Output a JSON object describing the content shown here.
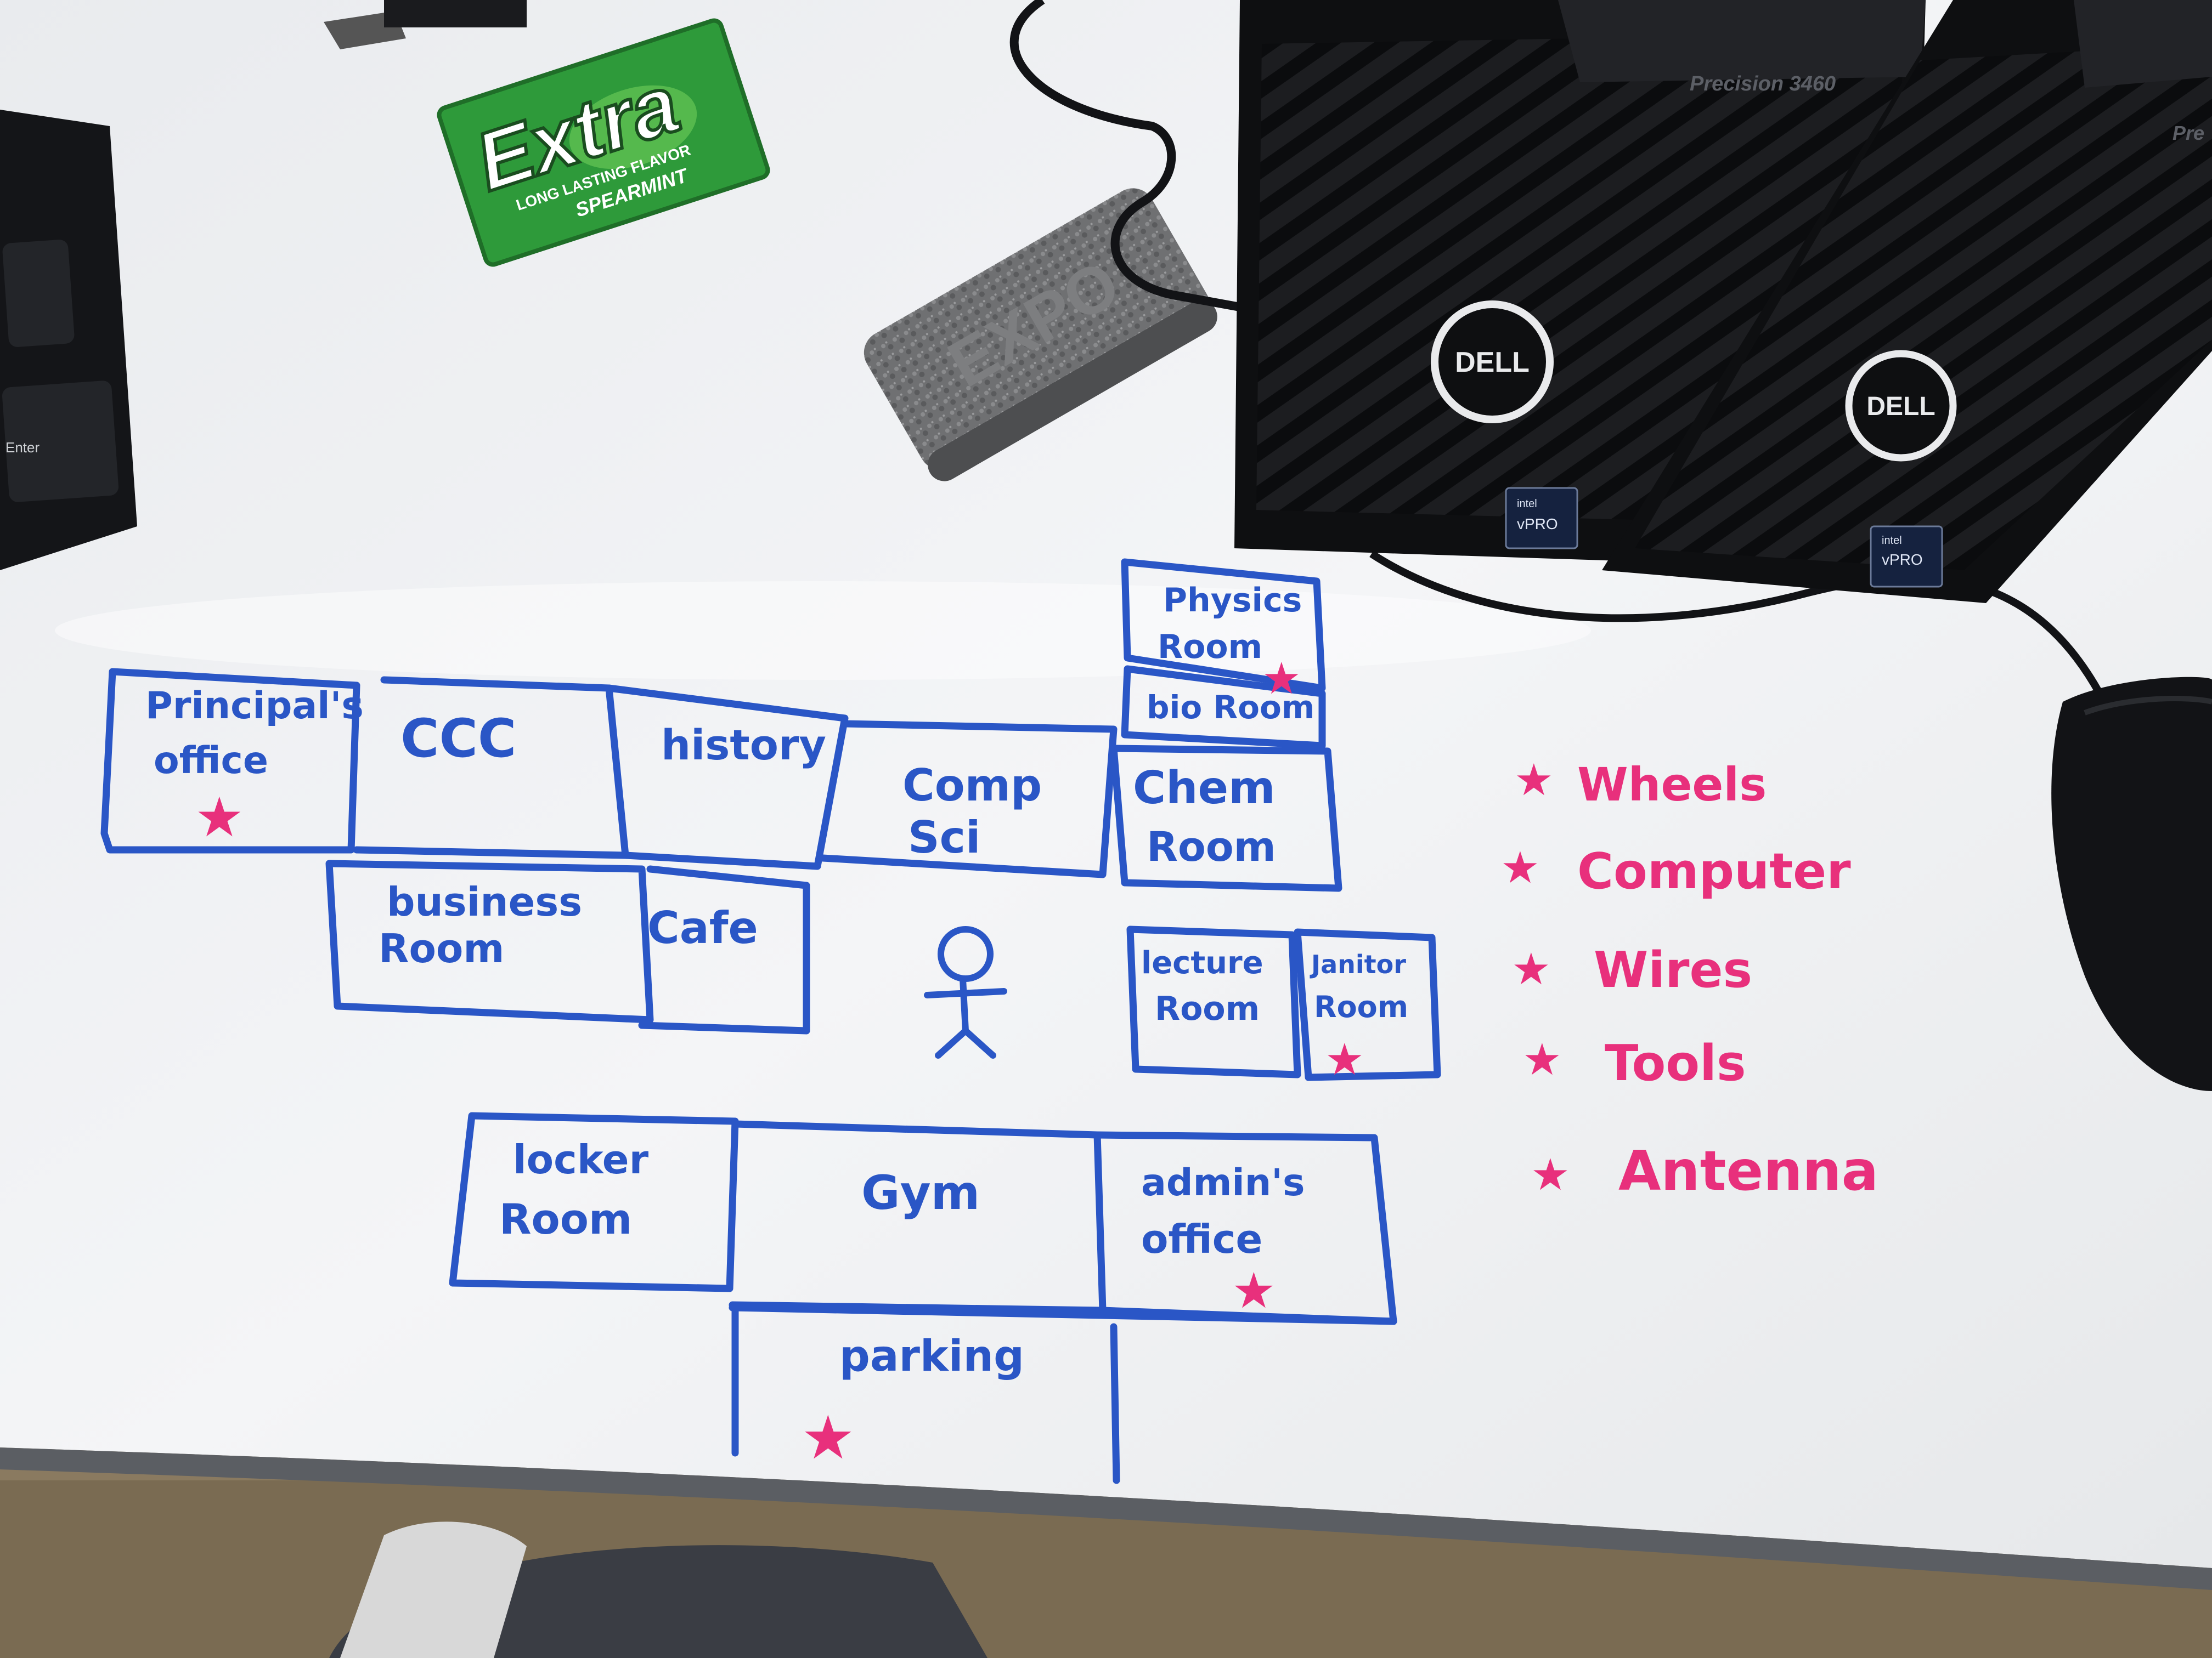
{
  "photo": {
    "gum_pack": {
      "brand": "Extra",
      "tagline": "LONG LASTING FLAVOR",
      "flavor": "SPEARMINT",
      "color": "#2e9a3a"
    },
    "keyboard_key": "Enter",
    "eraser_mark": "EXPO",
    "towers": [
      {
        "logo": "DELL",
        "model": "Precision 3460",
        "badge_top": "intel",
        "badge": "vPRO"
      },
      {
        "logo": "DELL",
        "model": "Pre",
        "badge_top": "intel",
        "badge": "vPRO"
      }
    ]
  },
  "whiteboard": {
    "rooms": [
      {
        "id": "principals",
        "lines": [
          "Principal's",
          "office"
        ],
        "starred": true
      },
      {
        "id": "ccc",
        "lines": [
          "CCC"
        ],
        "starred": false
      },
      {
        "id": "history",
        "lines": [
          "history"
        ],
        "starred": false
      },
      {
        "id": "compsci",
        "lines": [
          "Comp",
          "Sci"
        ],
        "starred": false
      },
      {
        "id": "physics",
        "lines": [
          "Physics",
          "Room"
        ],
        "starred": true
      },
      {
        "id": "bio",
        "lines": [
          "bio Room"
        ],
        "starred": false
      },
      {
        "id": "chem",
        "lines": [
          "Chem",
          "Room"
        ],
        "starred": false
      },
      {
        "id": "business",
        "lines": [
          "business",
          "Room"
        ],
        "starred": false
      },
      {
        "id": "cafe",
        "lines": [
          "Cafe"
        ],
        "starred": false
      },
      {
        "id": "lecture",
        "lines": [
          "lecture",
          "Room"
        ],
        "starred": false
      },
      {
        "id": "janitor",
        "lines": [
          "Janitor",
          "Room"
        ],
        "starred": true
      },
      {
        "id": "locker",
        "lines": [
          "locker",
          "Room"
        ],
        "starred": false
      },
      {
        "id": "gym",
        "lines": [
          "Gym"
        ],
        "starred": false
      },
      {
        "id": "admin",
        "lines": [
          "admin's",
          "office"
        ],
        "starred": true
      },
      {
        "id": "parking",
        "lines": [
          "parking"
        ],
        "starred": true
      }
    ],
    "legend": [
      "Wheels",
      "Computer",
      "Wires",
      "Tools",
      "Antenna"
    ],
    "colors": {
      "marker_blue": "#2a56c6",
      "marker_pink": "#e8307c"
    }
  }
}
